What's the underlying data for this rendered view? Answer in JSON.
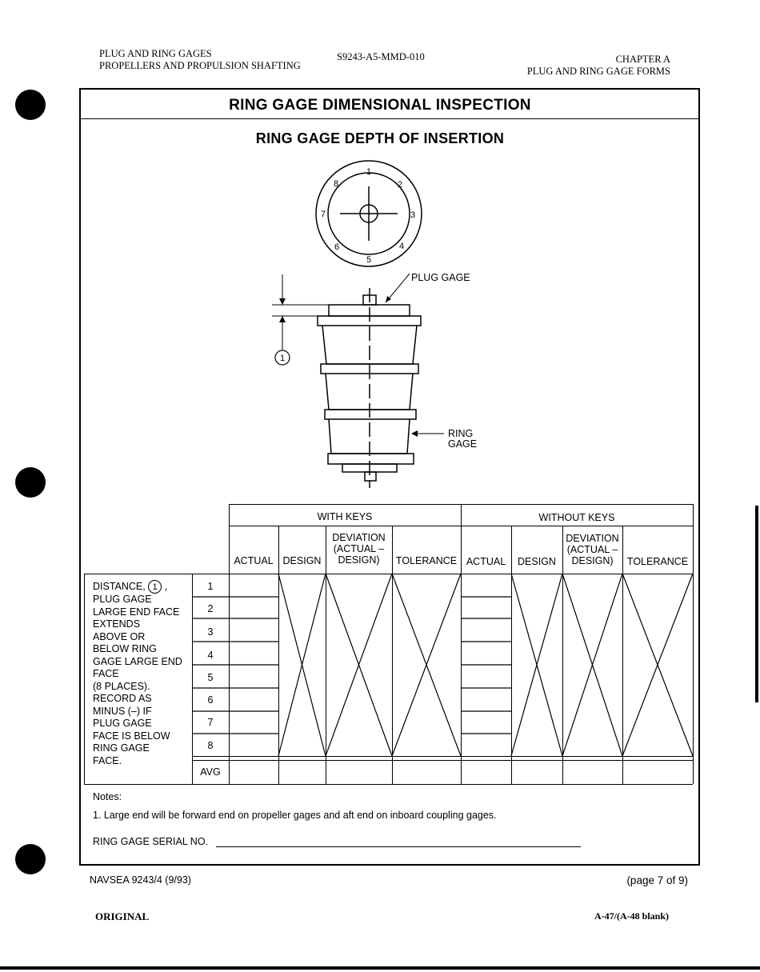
{
  "header": {
    "left_line1": "PLUG AND RING GAGES",
    "left_line2": "PROPELLERS AND PROPULSION SHAFTING",
    "center": "S9243-A5-MMD-010",
    "right_line1": "CHAPTER A",
    "right_line2": "PLUG AND RING GAGE FORMS"
  },
  "form": {
    "title": "RING GAGE DIMENSIONAL INSPECTION",
    "subtitle": "RING GAGE DEPTH OF INSERTION"
  },
  "diagram": {
    "positions": [
      "1",
      "2",
      "3",
      "4",
      "5",
      "6",
      "7",
      "8"
    ],
    "plug_gage_label": "PLUG GAGE",
    "ring_gage_label_1": "RING",
    "ring_gage_label_2": "GAGE",
    "callout": "1"
  },
  "table": {
    "group_with": "WITH KEYS",
    "group_without": "WITHOUT KEYS",
    "col_actual": "ACTUAL",
    "col_design": "DESIGN",
    "col_dev_1": "DEVIATION",
    "col_dev_2": "(ACTUAL –",
    "col_dev_3": "DESIGN)",
    "col_tolerance": "TOLERANCE",
    "row_numbers": [
      "1",
      "2",
      "3",
      "4",
      "5",
      "6",
      "7",
      "8"
    ],
    "avg_label": "AVG",
    "left_label_lines": [
      "DISTANCE,",
      "PLUG GAGE",
      "LARGE END FACE",
      "EXTENDS",
      "ABOVE OR",
      "BELOW RING",
      "GAGE LARGE END",
      "FACE",
      "(8 PLACES).",
      "RECORD AS",
      "MINUS (–) IF",
      "PLUG GAGE",
      "FACE IS BELOW",
      "RING GAGE",
      "FACE."
    ],
    "left_label_callout": "1",
    "left_label_comma": ","
  },
  "notes": {
    "heading": "Notes:",
    "note1": "1.  Large end will be forward end on propeller gages and aft end on inboard coupling gages.",
    "serial_label": "RING GAGE SERIAL NO."
  },
  "footer": {
    "form_number": "NAVSEA 9243/4 (9/93)",
    "page_of": "(page 7 of 9)",
    "original": "ORIGINAL",
    "page_number": "A-47/(A-48 blank)"
  }
}
